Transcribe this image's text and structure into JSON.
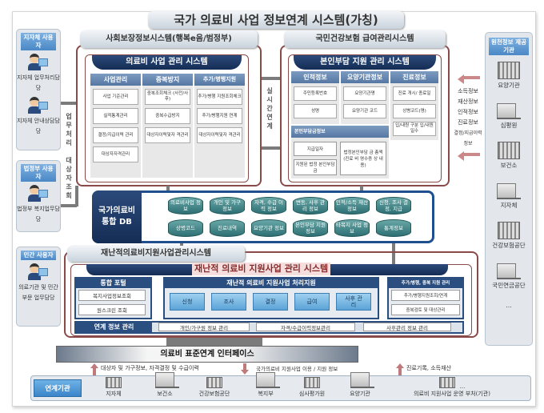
{
  "title": "국가 의료비 사업 정보연계 시스템(가칭)",
  "users": [
    {
      "label": "지자체 사용자",
      "roles": [
        "지자체 업무처리담당",
        "지자체 안내상담담당"
      ]
    },
    {
      "label": "법정부 사용자",
      "roles": [
        "법정부 복지업무담당"
      ]
    },
    {
      "label": "민간 사용자",
      "roles": [
        "의료기관 및 민간 부문 업무담당"
      ]
    }
  ],
  "connectors": {
    "work": "업무처리",
    "lookup": "대상자조회",
    "realtime": "실시간연계"
  },
  "social": {
    "header": "사회보장정보시스템(행복e음/범정부)",
    "title": "의료비 사업 관리 시스템",
    "columns": [
      {
        "head": "사업관리",
        "items": [
          "사업 기준관리",
          "실적통계관리",
          "결정/지급이력 관리",
          "대상자자격관리"
        ]
      },
      {
        "head": "중복방지",
        "items": [
          "중복조회체크 (사전/사후)",
          "중복수급방지",
          "대상자이력및자 격관리"
        ]
      },
      {
        "head": "추가/병행지원",
        "items": [
          "추가/병행 지원조회체크",
          "추가/병행지원 연계",
          "대상자이력및자 격관리"
        ]
      }
    ]
  },
  "nhis": {
    "header": "국민건강보험 급여관리시스템",
    "title": "본인부담 지원 관리 시스템",
    "columns": [
      {
        "head": "인적정보",
        "items": [
          "주민등록번호",
          "성명"
        ]
      },
      {
        "head": "요양기관정보",
        "items": [
          "요양기관명",
          "요양기관 코드"
        ]
      },
      {
        "head": "진료정보",
        "items": [
          "진료 개시/ 종료일",
          "상병코드(명)",
          "입/내원 구분 입/내원 일수"
        ]
      }
    ],
    "copay": {
      "head": "본인부담금정보",
      "items": [
        "지급일자",
        "지원된 법정 본인부담금",
        "법정본인부담 금 총액(진료 비 영수증 상 내용)"
      ]
    }
  },
  "source_info": [
    "소득정보",
    "재산정보",
    "인적정보",
    "진료정보",
    "결정/지급이력 정보"
  ],
  "sources": {
    "label": "원천정보 제공기관",
    "items": [
      "요양기관",
      "심평원",
      "보건소",
      "지자체",
      "건강보험공단",
      "국민연금공단",
      "..."
    ]
  },
  "db": {
    "title": "국가의료비 통합 DB",
    "items": [
      "의료비사업 정보",
      "개인 및 가구 정보",
      "자격, 수급 이력 정보",
      "변동, 사후 관리 정보",
      "인적/소득 재산정보",
      "신청, 조사 결정, 지급",
      "상병코드",
      "진료내역",
      "요양기관 정보",
      "본인부담 지원정보",
      "타복지 사업 정보",
      "통계정보"
    ]
  },
  "catastrophic": {
    "header": "재난적의료비지원사업관리시스템",
    "title": "재난적 의료비 지원사업 관리 시스템",
    "portal": {
      "head": "통합 포털",
      "items": [
        "복지사업정보조회",
        "원스크린 조회"
      ]
    },
    "process": {
      "head": "재난적 의료비 지원사업 처리지원",
      "steps": [
        "신청",
        "조사",
        "결정",
        "급여",
        "사후 관리"
      ]
    },
    "extra": {
      "head": "추가/병행, 중복 지원 관리",
      "items": [
        "추가/병행지원조회/연계",
        "중복검토 및 대상관리"
      ]
    },
    "link": {
      "head": "연계 정보 관리",
      "items": [
        "개인/가구원 정보 관리",
        "자격/수급이력정보관리",
        "사후관리 정보 관리"
      ]
    }
  },
  "interface": {
    "title": "의료비 표준연계 인터페이스",
    "flows": [
      "대상자 및 가구정보, 자격결정 및 수급이력",
      "국가의료비 지원사업 이용 / 지원 정보",
      "진료기록, 소득재산"
    ]
  },
  "agencies": {
    "label": "연계기관",
    "items": [
      "지자체",
      "보건소",
      "건강보험공단",
      "복지부",
      "심사평가원",
      "요양기관",
      "의료비 지원사업 운영 부처(기관)"
    ],
    "more": "..."
  },
  "colors": {
    "navy": "#1c3560",
    "accent_red": "#8a4a4a",
    "teal": "#2c6f73",
    "blue": "#4a88c6"
  }
}
